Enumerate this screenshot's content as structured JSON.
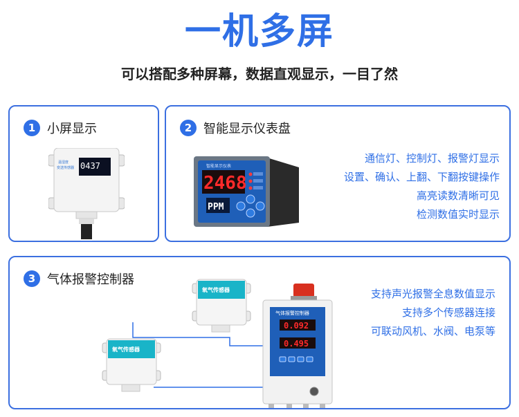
{
  "header": {
    "title": "一机多屏",
    "subtitle": "可以搭配多种屏幕，数据直观显示，一目了然"
  },
  "panels": [
    {
      "number": "1",
      "title": "小屏显示",
      "device": {
        "screen_label_1": "温湿度",
        "screen_label_2": "变送传感器",
        "screen_value": "0437"
      }
    },
    {
      "number": "2",
      "title": "智能显示仪表盘",
      "device": {
        "top_label": "智能显示仪表",
        "value": "2468",
        "unit": "PPM"
      },
      "features": [
        "通信灯、控制灯、报警灯显示",
        "设置、确认、上翻、下翻按键操作",
        "高亮读数清晰可见",
        "检测数值实时显示"
      ]
    },
    {
      "number": "3",
      "title": "气体报警控制器",
      "controller": {
        "label": "气体报警控制器",
        "value_1": "0.092",
        "value_2": "0.495"
      },
      "sensor_label": "氧气传感器",
      "features": [
        "支持声光报警全息数值显示",
        "支持多个传感器连接",
        "可联动风机、水阀、电泵等"
      ]
    }
  ],
  "colors": {
    "accent": "#2f6fe6",
    "border": "#3b6fe0",
    "led_red": "#ff2a2a",
    "device_teal": "#19b4c8"
  }
}
